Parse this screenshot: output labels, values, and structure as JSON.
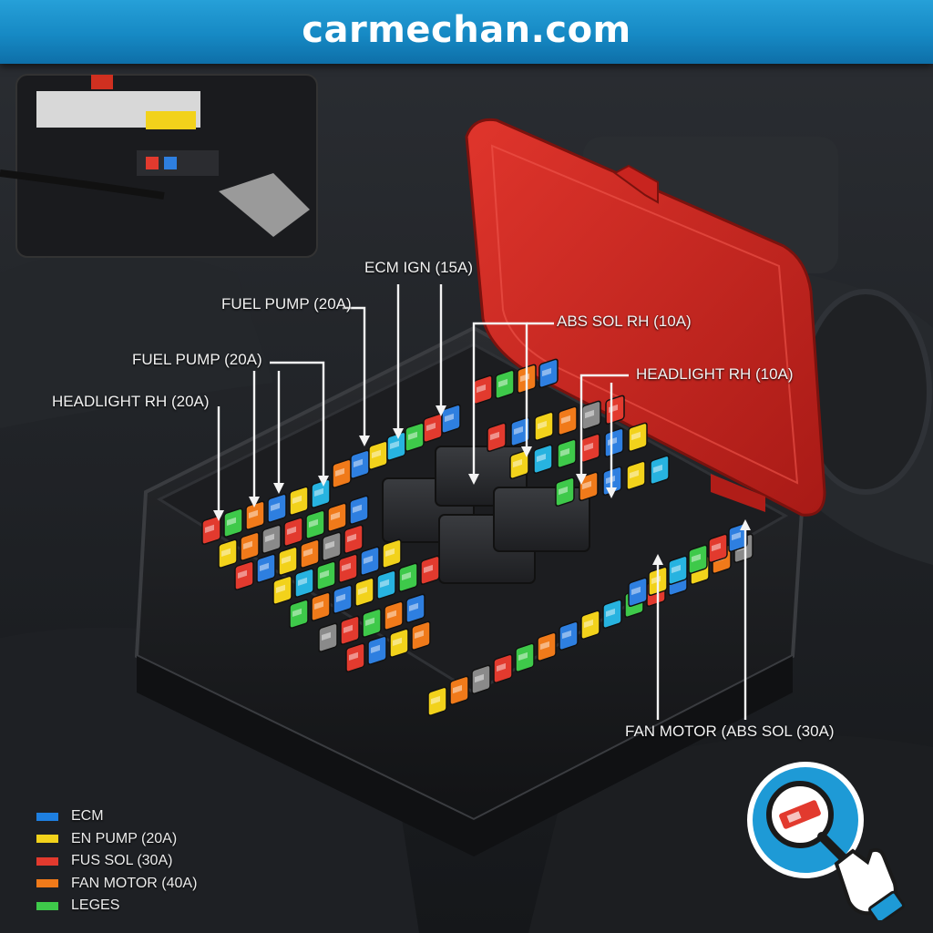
{
  "site": {
    "title": "carmechan.com"
  },
  "callouts": [
    {
      "id": "ecm-ign",
      "text": "ECM IGN (15A)"
    },
    {
      "id": "fuel-pump-1",
      "text": "FUEL PUMP (20A)"
    },
    {
      "id": "abs-sol-rh",
      "text": "ABS SOL RH (10A)"
    },
    {
      "id": "fuel-pump-2",
      "text": "FUEL PUMP (20A)"
    },
    {
      "id": "headlight-rh-10",
      "text": "HEADLIGHT RH (10A)"
    },
    {
      "id": "headlight-rh-20",
      "text": "HEADLIGHT RH (20A)"
    },
    {
      "id": "fan-motor",
      "text": "FAN MOTOR (ABS SOL (30A)"
    }
  ],
  "legend": [
    {
      "label": "ECM",
      "color": "#1e7fe0"
    },
    {
      "label": "EN PUMP (20A)",
      "color": "#f2d21b"
    },
    {
      "label": "FUS SOL (30A)",
      "color": "#e23a2e"
    },
    {
      "label": "FAN MOTOR (40A)",
      "color": "#f07a1a"
    },
    {
      "label": "LEGES",
      "color": "#3ec94a"
    }
  ],
  "colors": {
    "banner": "#1689c4",
    "lid": "#c8241f",
    "fuse_blue": "#2e7fe0",
    "fuse_yellow": "#f2d21b",
    "fuse_red": "#e23a2e",
    "fuse_orange": "#f07a1a",
    "fuse_green": "#3ec94a",
    "fuse_cyan": "#27b3e0",
    "fuse_grey": "#8a8a8a",
    "badge": "#1e9ad6"
  },
  "badge": {
    "icon": "magnifier-fuse-pointer-icon"
  }
}
